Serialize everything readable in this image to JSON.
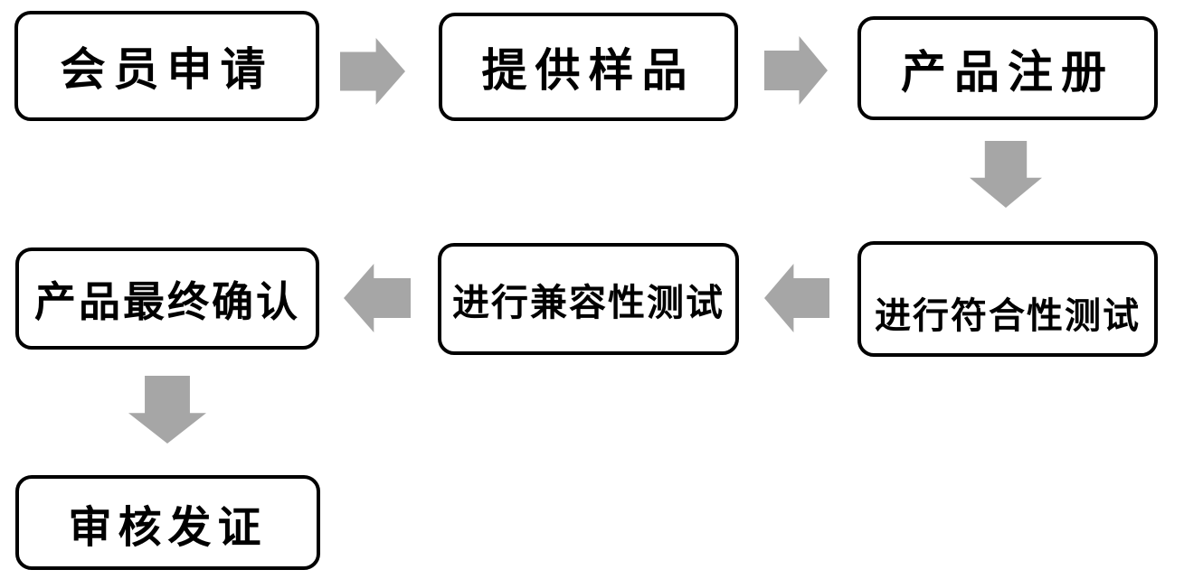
{
  "diagram": {
    "type": "flowchart",
    "colors": {
      "background": "#ffffff",
      "node_border": "#000000",
      "node_fill": "#ffffff",
      "text": "#000000",
      "arrow": "#a6a6a6"
    },
    "nodes": [
      {
        "id": "member-application",
        "label": "会员申请"
      },
      {
        "id": "provide-samples",
        "label": "提供样品"
      },
      {
        "id": "product-registration",
        "label": "产品注册"
      },
      {
        "id": "conformity-testing",
        "label": "进行符合性测试"
      },
      {
        "id": "compatibility-testing",
        "label": "进行兼容性测试"
      },
      {
        "id": "product-final-confirmation",
        "label": "产品最终确认"
      },
      {
        "id": "review-issue-certificate",
        "label": "审核发证"
      }
    ],
    "flow": [
      {
        "from": "会员申请",
        "to": "提供样品",
        "direction": "right"
      },
      {
        "from": "提供样品",
        "to": "产品注册",
        "direction": "right"
      },
      {
        "from": "产品注册",
        "to": "进行符合性测试",
        "direction": "down"
      },
      {
        "from": "进行符合性测试",
        "to": "进行兼容性测试",
        "direction": "left"
      },
      {
        "from": "进行兼容性测试",
        "to": "产品最终确认",
        "direction": "left"
      },
      {
        "from": "产品最终确认",
        "to": "审核发证",
        "direction": "down"
      }
    ]
  }
}
